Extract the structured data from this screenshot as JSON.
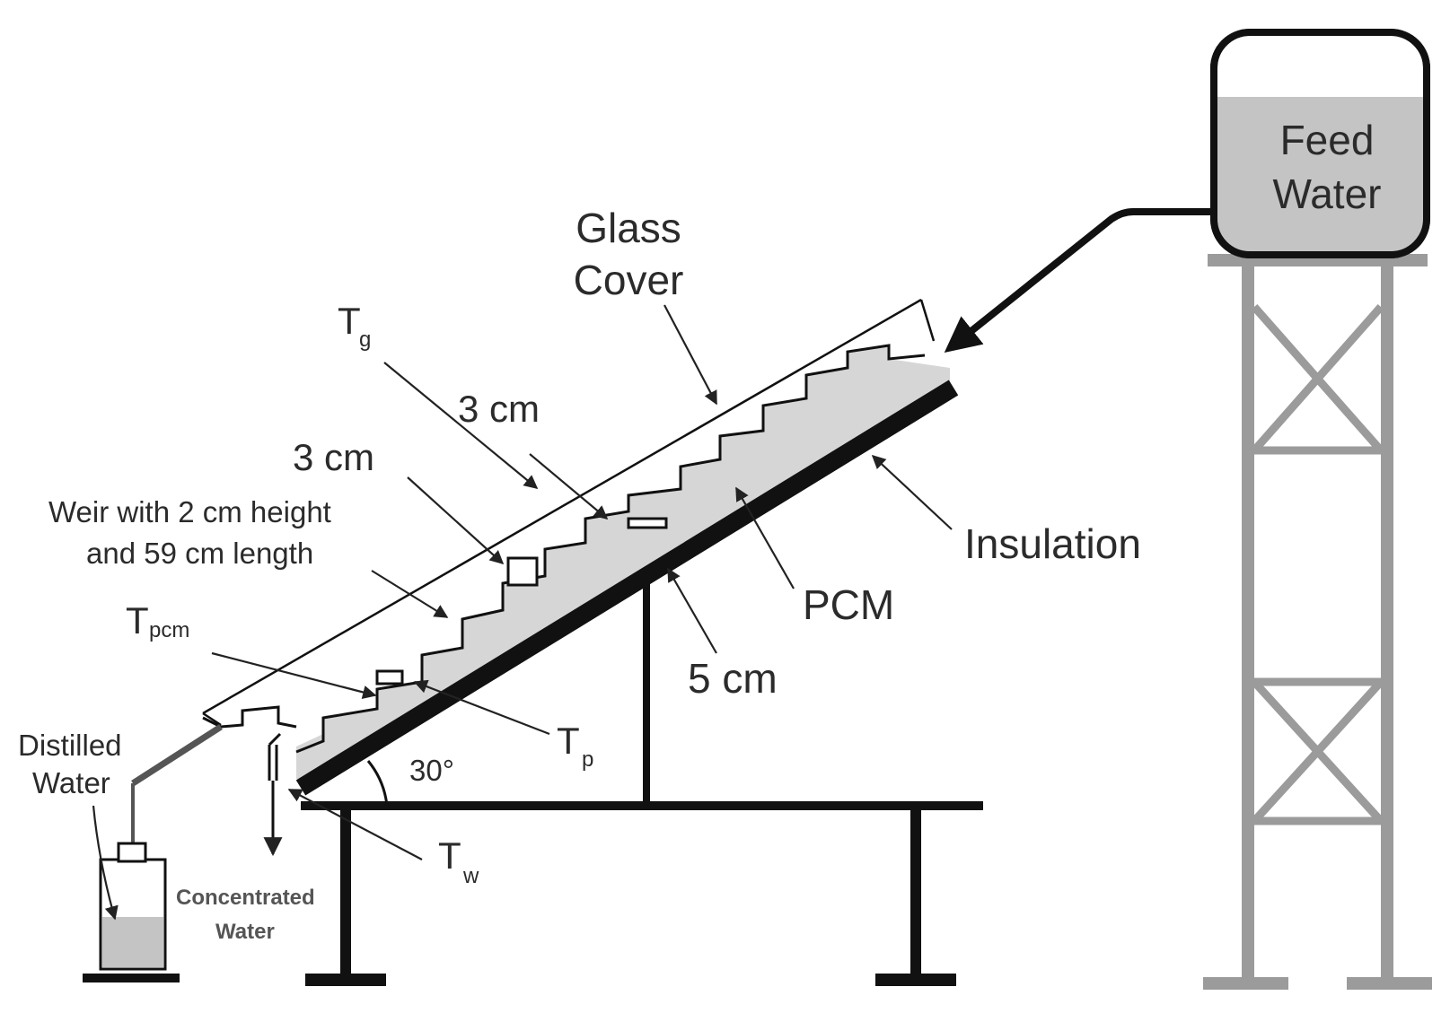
{
  "diagram": {
    "labels": {
      "feed_water_line1": "Feed",
      "feed_water_line2": "Water",
      "glass_cover_line1": "Glass",
      "glass_cover_line2": "Cover",
      "tg_main": "T",
      "tg_sub": "g",
      "dim_3cm_upper": "3 cm",
      "dim_3cm_lower": "3 cm",
      "weir_line1": "Weir with 2 cm height",
      "weir_line2": "and 59 cm length",
      "tpcm_main": "T",
      "tpcm_sub": "pcm",
      "distilled_line1": "Distilled",
      "distilled_line2": "Water",
      "concentrated_line1": "Concentrated",
      "concentrated_line2": "Water",
      "angle": "30°",
      "tp_main": "T",
      "tp_sub": "p",
      "tw_main": "T",
      "tw_sub": "w",
      "dim_5cm": "5 cm",
      "pcm": "PCM",
      "insulation": "Insulation"
    },
    "colors": {
      "line": "#111111",
      "tower": "#9b9b9b",
      "water_fill": "#c4c4c4",
      "pcm_fill": "#d6d6d6",
      "text": "#2b2b2b"
    }
  }
}
